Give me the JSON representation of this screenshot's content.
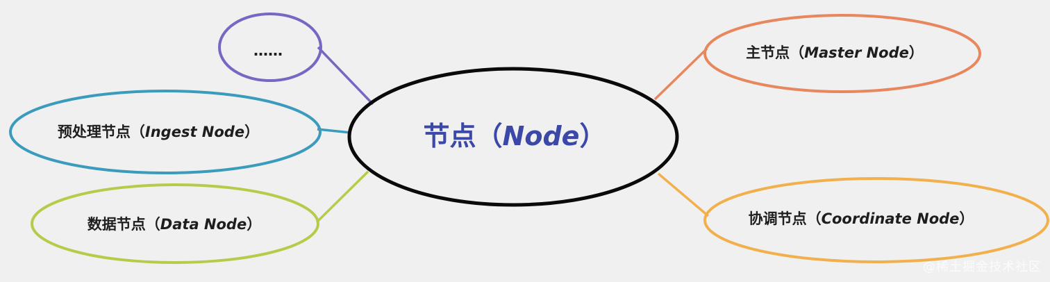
{
  "diagram": {
    "center": {
      "cn": "节点（",
      "en": "Node",
      "close": "）",
      "color": "#3b48a8",
      "stroke": "#0a0a0a"
    },
    "nodes": [
      {
        "id": "more",
        "cn": "……",
        "en": "",
        "close": "",
        "color": "#7568c2"
      },
      {
        "id": "ingest",
        "cn": "预处理节点（",
        "en": "Ingest Node",
        "close": "）",
        "color": "#3a9bbd"
      },
      {
        "id": "data",
        "cn": "数据节点（",
        "en": "Data Node",
        "close": "）",
        "color": "#b5cc4a"
      },
      {
        "id": "master",
        "cn": "主节点（",
        "en": "Master Node",
        "close": "）",
        "color": "#e8875e"
      },
      {
        "id": "coordinate",
        "cn": "协调节点（",
        "en": "Coordinate Node",
        "close": "）",
        "color": "#f2b04d"
      }
    ]
  },
  "watermark": "@稀土掘金技术社区"
}
